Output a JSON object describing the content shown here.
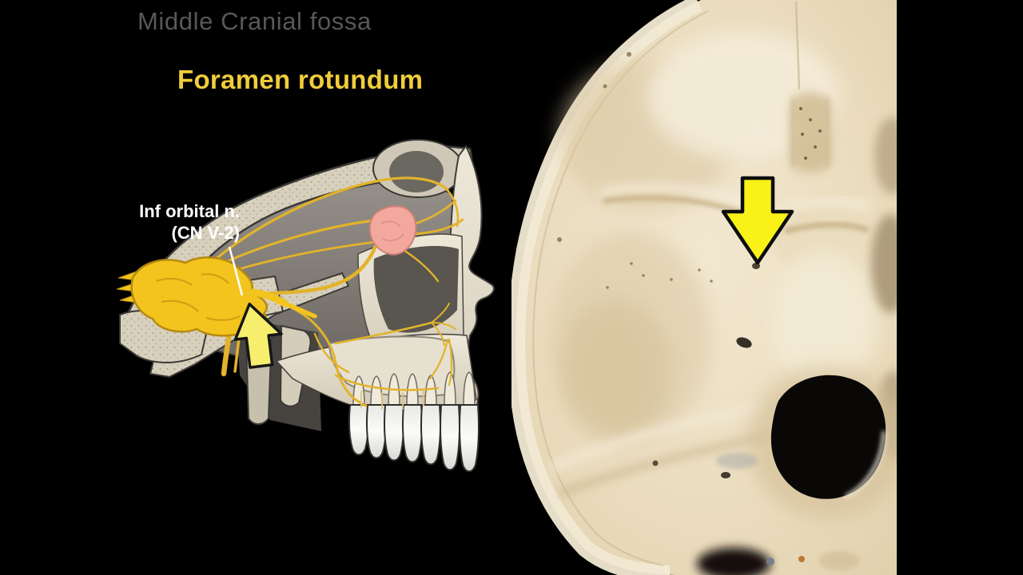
{
  "slide": {
    "title": "Middle Cranial fossa",
    "heading": "Foramen rotundum"
  },
  "annotation": {
    "label_line1": "Inf orbital n.",
    "label_line2": "(CN V-2)"
  },
  "icons": {
    "illustration_arrow": "arrow-up-icon",
    "photo_arrow": "arrow-down-icon"
  },
  "colors": {
    "background": "#000000",
    "title_gray": "#58585a",
    "heading_yellow": "#f0cd3a",
    "label_white": "#ffffff",
    "nerve_gold": "#e2b32b",
    "ganglion_yellow": "#f2c41d",
    "pink_ganglion": "#f2a89d",
    "arrow_pale": "#f7ee6e",
    "arrow_bright": "#f9f218",
    "bone_cream": "#ecdfc4",
    "illustration_bone": "#d8d2c0",
    "cavity_gray": "#7c7770"
  }
}
